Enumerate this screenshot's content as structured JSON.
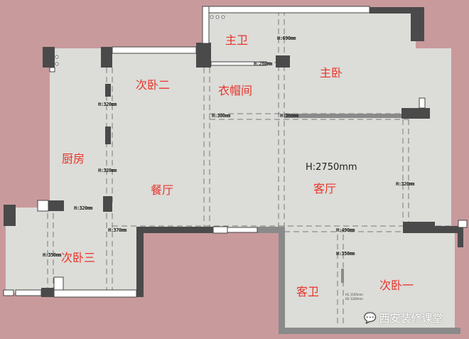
{
  "title": "户型平面图",
  "rooms": {
    "master_bath": "主卫",
    "master_bedroom": "主卧",
    "cloakroom": "衣帽间",
    "second_bedroom_2": "次卧二",
    "kitchen": "厨房",
    "dining": "餐厅",
    "living": "客厅",
    "second_bedroom_3": "次卧三",
    "guest_bath": "客卫",
    "second_bedroom_1": "次卧一"
  },
  "dimensions": {
    "h690": "H:690mm",
    "h280": "H:280mm",
    "h300": "H:300mm",
    "h360": "H:360mm",
    "h320_a": "H:320mm",
    "h320_b": "H:320mm",
    "h320_c": "H:320mm",
    "h320_d": "H:320mm",
    "h370": "H:370mm",
    "h490": "H:490mm",
    "h350_a": "H:350mm",
    "h350_b": "H:350mm",
    "ceiling": "H:2750mm",
    "window_h1": "H1 1195mm",
    "window_h2": "H2 1240mm"
  },
  "watermark": "西安装修课堂",
  "colors": {
    "background": "#c99a9c",
    "floor": "#dcdcd8",
    "wall": "#4a4a4a",
    "label": "#e8332a"
  }
}
